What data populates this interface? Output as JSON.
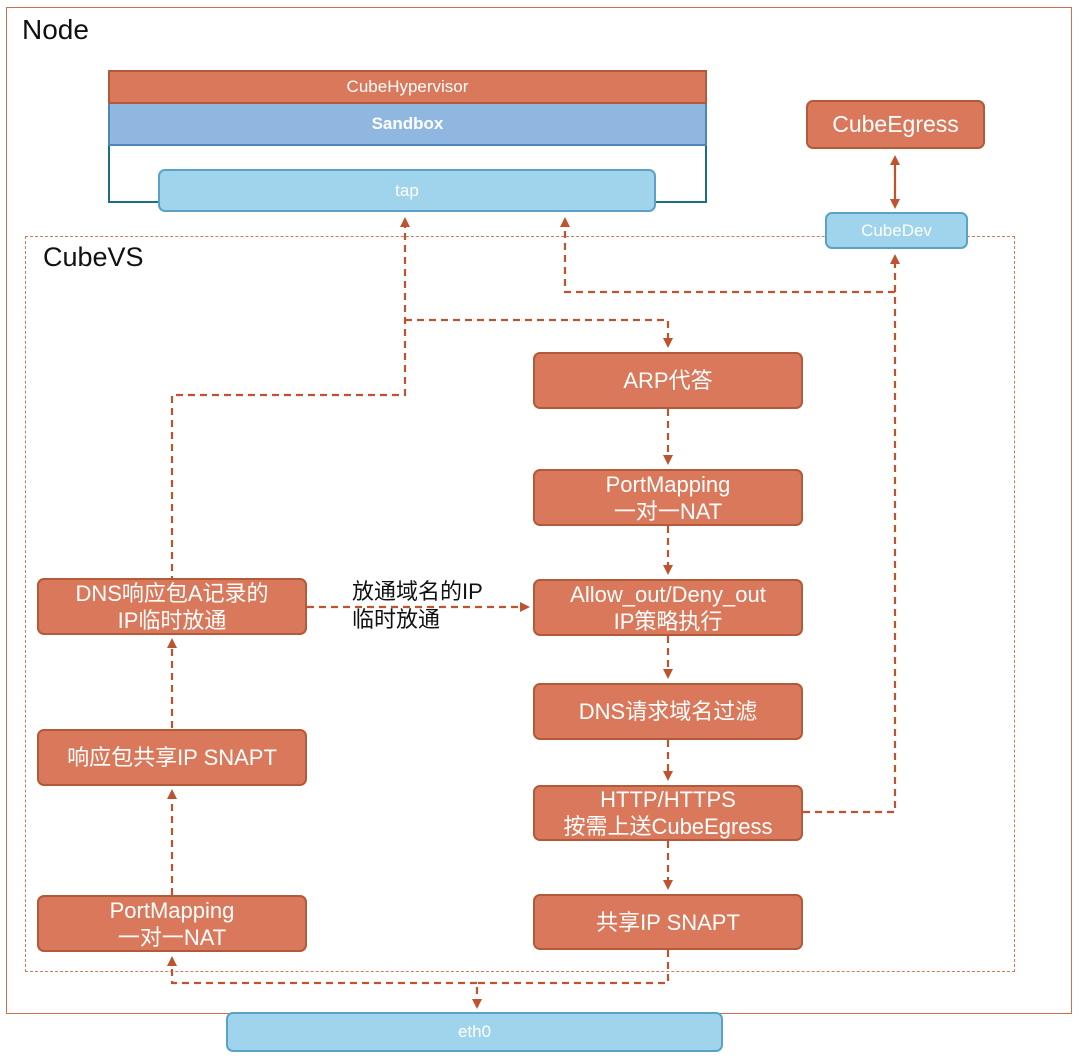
{
  "node": {
    "title": "Node"
  },
  "cubevs": {
    "title": "CubeVS"
  },
  "hypervisor": {
    "label": "CubeHypervisor"
  },
  "sandbox": {
    "label": "Sandbox"
  },
  "tap": {
    "label": "tap"
  },
  "cube_egress": {
    "label": "CubeEgress"
  },
  "cube_dev": {
    "label": "CubeDev"
  },
  "eth0": {
    "label": "eth0"
  },
  "right_chain": {
    "arp": "ARP代答",
    "portmapping": "PortMapping\n一对一NAT",
    "allow_deny": "Allow_out/Deny_out\nIP策略执行",
    "dns_filter": "DNS请求域名过滤",
    "http": "HTTP/HTTPS\n按需上送CubeEgress",
    "snapt": "共享IP SNAPT"
  },
  "left_chain": {
    "dns_allow": "DNS响应包A记录的\nIP临时放通",
    "resp_snapt": "响应包共享IP SNAPT",
    "portmapping": "PortMapping\n一对一NAT"
  },
  "annotation": {
    "text": "放通域名的IP\n临时放通"
  },
  "colors": {
    "box_fill": "#d9785a",
    "box_border": "#b35a3b",
    "blue_fill": "#9fd4ec",
    "sandbox_fill": "#8fb7e0",
    "arrow": "#c0532f"
  }
}
